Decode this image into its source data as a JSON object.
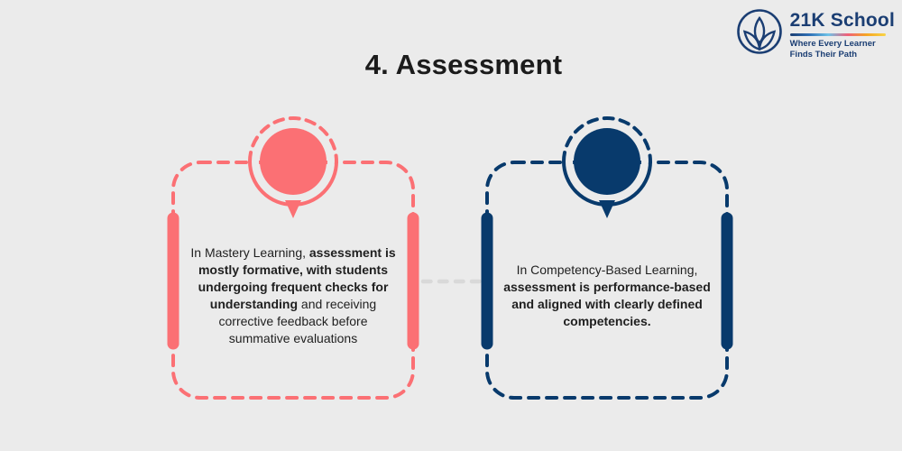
{
  "page": {
    "title": "4. Assessment",
    "background": "#EBEBEB"
  },
  "logo": {
    "name": "21K School",
    "tagline_line1": "Where Every Learner",
    "tagline_line2": "Finds Their Path",
    "brand_color": "#1B3E73",
    "icon": "lotus-circle-icon",
    "gradient_colors": [
      "#1B3E73",
      "#2E6FB5",
      "#6FC3E8",
      "#F0607A",
      "#F5A623",
      "#F8D447"
    ]
  },
  "connector": {
    "color": "#D9D9D9"
  },
  "cards": [
    {
      "id": "mastery-learning",
      "accent": "#FB7074",
      "text_prefix": "In Mastery Learning, ",
      "text_bold": "assessment is mostly formative, with students undergoing frequent checks for understanding",
      "text_suffix": " and receiving corrective feedback before summative evaluations"
    },
    {
      "id": "competency-based-learning",
      "accent": "#083A6C",
      "text_prefix": "In Competency-Based Learning, ",
      "text_bold": "assessment is performance-based and aligned with clearly defined competencies.",
      "text_suffix": ""
    }
  ]
}
